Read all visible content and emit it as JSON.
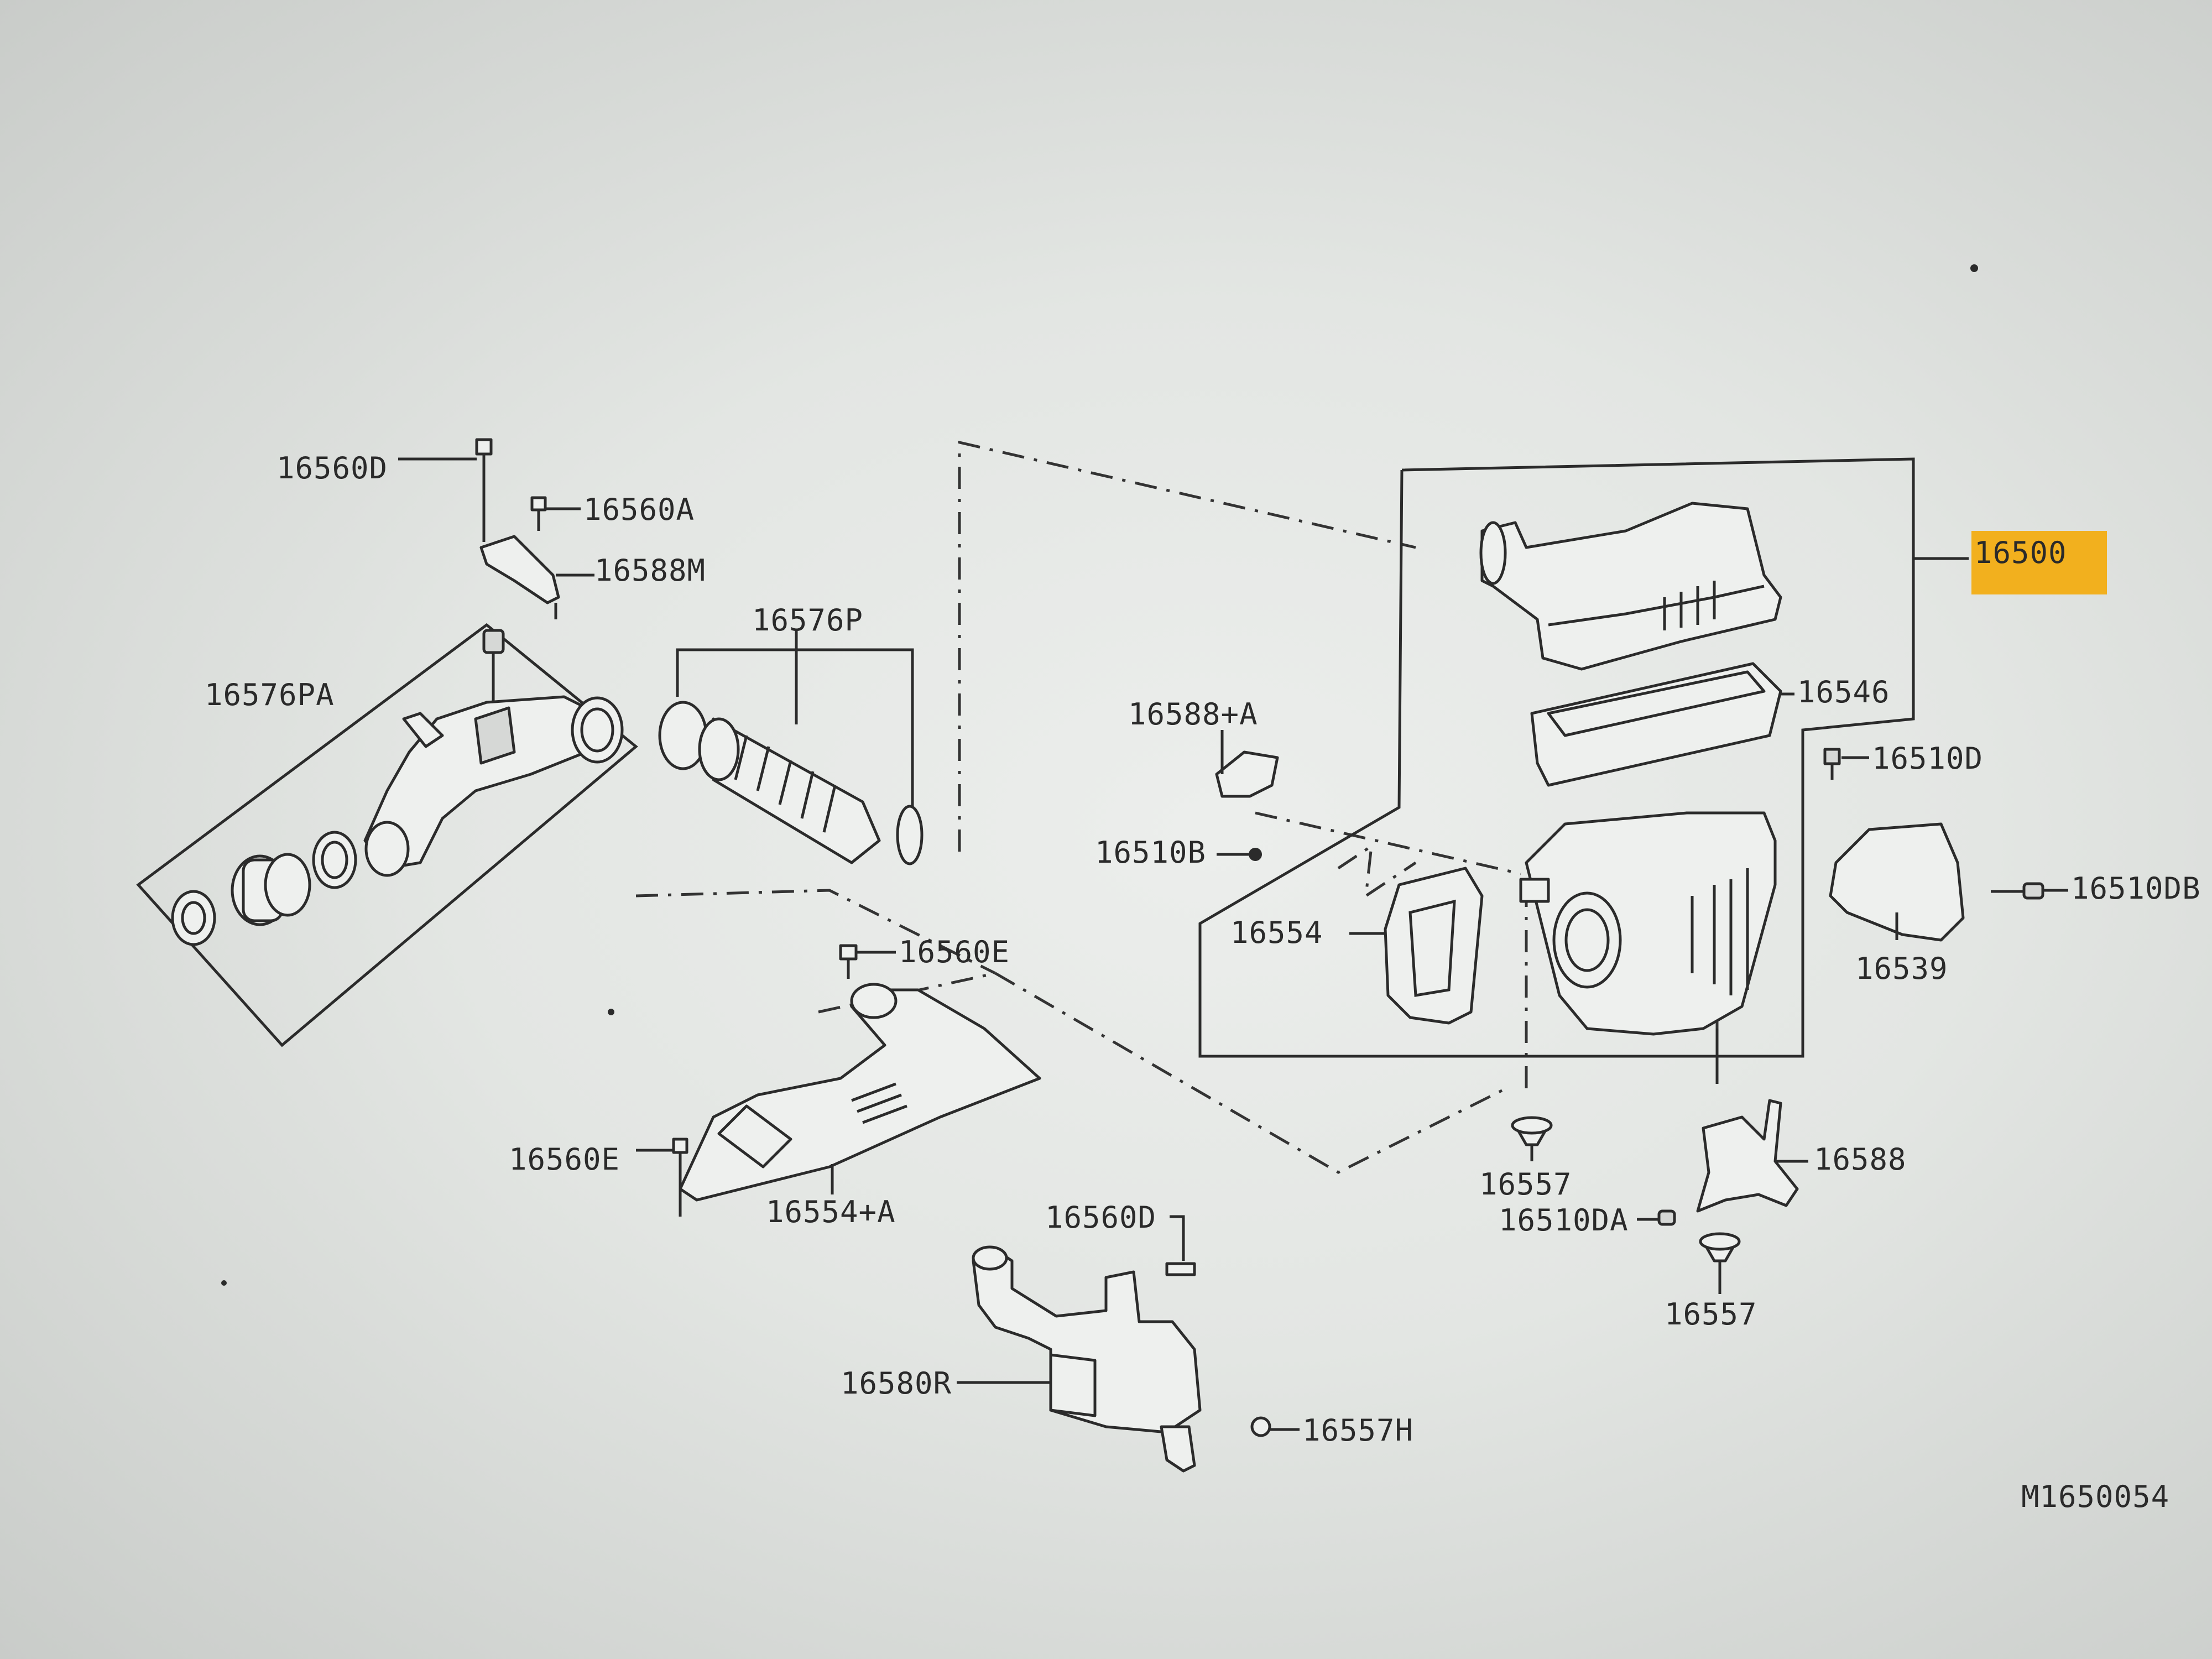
{
  "labels": {
    "p16560D_top": "16560D",
    "p16560A": "16560A",
    "p16588M": "16588M",
    "p16576P": "16576P",
    "p16576PA": "16576PA",
    "p16500": "16500",
    "p16546": "16546",
    "p16588A": "16588+A",
    "p16510D": "16510D",
    "p16510B": "16510B",
    "p16510DB": "16510DB",
    "p16554": "16554",
    "p16539": "16539",
    "p16560E_top": "16560E",
    "p16560E_bottom": "16560E",
    "p16554A": "16554+A",
    "p16557_a": "16557",
    "p16588": "16588",
    "p16510DA": "16510DA",
    "p16557_b": "16557",
    "p16560D_bottom": "16560D",
    "p16580R": "16580R",
    "p16557H": "16557H",
    "diagram_code": "M1650054"
  },
  "highlight_color": "#f2b01e"
}
